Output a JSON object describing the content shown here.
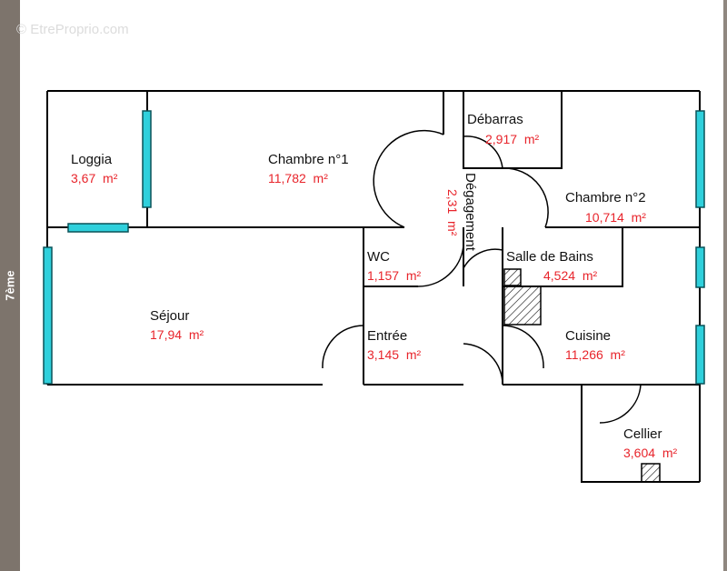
{
  "watermark": "© EtreProprio.com",
  "floor_label": "7ème",
  "colors": {
    "area_text": "#e8242b",
    "window": "#2fd0dc",
    "sidebar": "#7d746c"
  },
  "rooms": {
    "loggia": {
      "name": "Loggia",
      "area": "3,67  m²"
    },
    "chambre1": {
      "name": "Chambre n°1",
      "area": "11,782  m²"
    },
    "debarras": {
      "name": "Débarras",
      "area": "2,917  m²"
    },
    "degagement": {
      "name": "Dégagement",
      "area": "2,31  m²"
    },
    "chambre2": {
      "name": "Chambre n°2",
      "area": "10,714  m²"
    },
    "wc": {
      "name": "WC",
      "area": "1,157  m²"
    },
    "salle_de_bains": {
      "name": "Salle de Bains",
      "area": "4,524  m²"
    },
    "sejour": {
      "name": "Séjour",
      "area": "17,94  m²"
    },
    "entree": {
      "name": "Entrée",
      "area": "3,145  m²"
    },
    "cuisine": {
      "name": "Cuisine",
      "area": "11,266  m²"
    },
    "cellier": {
      "name": "Cellier",
      "area": "3,604  m²"
    }
  }
}
